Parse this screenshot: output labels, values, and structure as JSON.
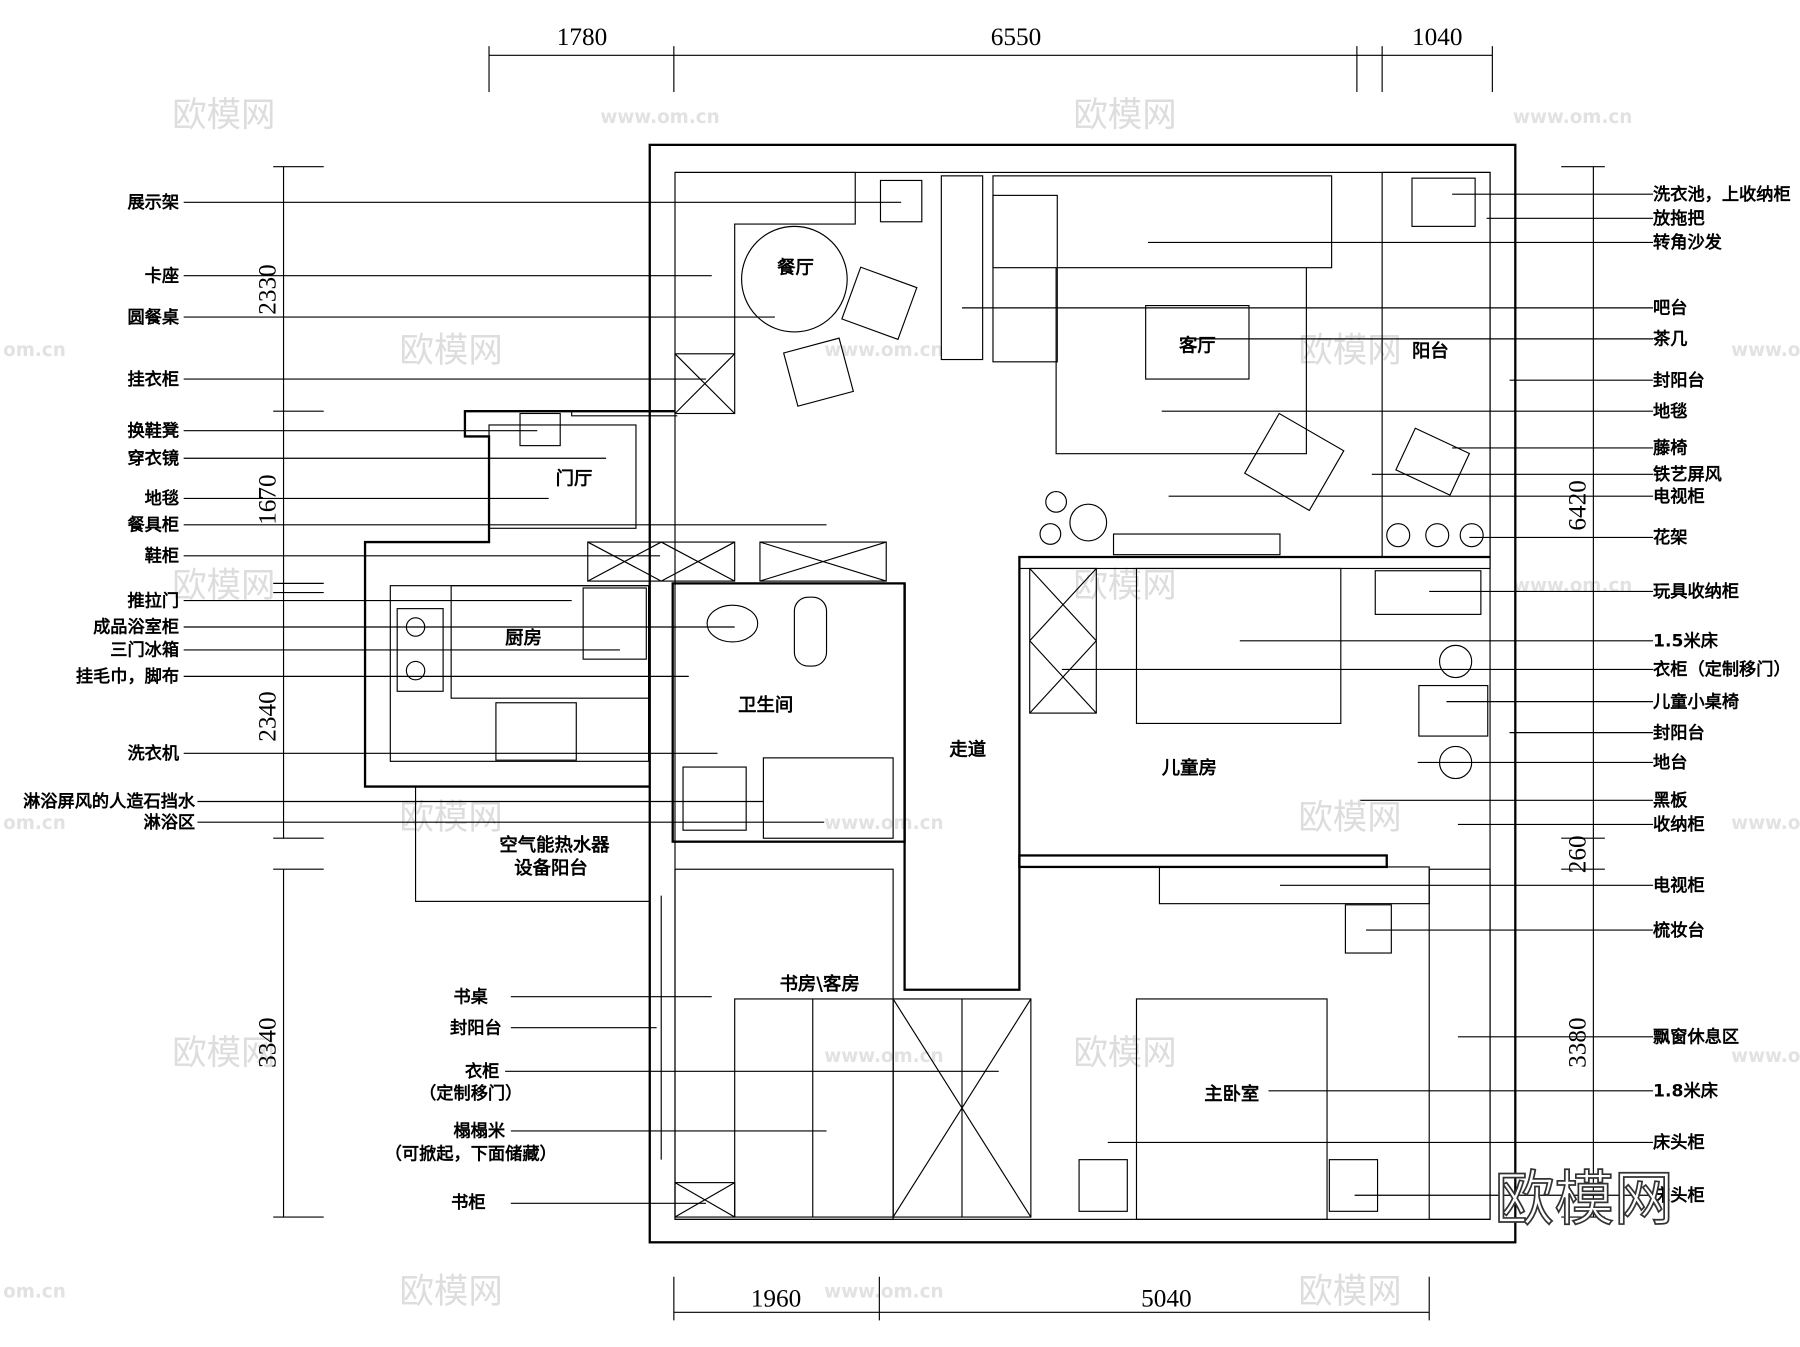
{
  "title_dims": {
    "top": [
      "1780",
      "6550",
      "1040"
    ],
    "bottom": [
      "1960",
      "5040"
    ],
    "left": [
      "2330",
      "1670",
      "2340",
      "3340"
    ],
    "right": [
      "6420",
      "260",
      "3380"
    ]
  },
  "rooms": {
    "dining": "餐厅",
    "living": "客厅",
    "balcony": "阳台",
    "foyer": "门厅",
    "kitchen": "厨房",
    "bathroom": "卫生间",
    "corridor": "走道",
    "kids_room": "儿童房",
    "equip_balcony_1": "空气能热水器",
    "equip_balcony_2": "设备阳台",
    "study": "书房\\客房",
    "master": "主卧室"
  },
  "left_labels": [
    "展示架",
    "卡座",
    "圆餐桌",
    "挂衣柜",
    "换鞋凳",
    "穿衣镜",
    "地毯",
    "餐具柜",
    "鞋柜",
    "推拉门",
    "成品浴室柜",
    "三门冰箱",
    "挂毛巾，脚布",
    "洗衣机",
    "淋浴屏风的人造石挡水",
    "淋浴区"
  ],
  "right_labels": [
    "洗衣池，上收纳柜",
    "放拖把",
    "转角沙发",
    "吧台",
    "茶几",
    "封阳台",
    "地毯",
    "藤椅",
    "铁艺屏风",
    "电视柜",
    "花架",
    "玩具收纳柜",
    "1.5米床",
    "衣柜（定制移门）",
    "儿童小桌椅",
    "封阳台",
    "地台",
    "黑板",
    "收纳柜",
    "电视柜",
    "梳妆台",
    "飘窗休息区",
    "1.8米床",
    "床头柜",
    "床头柜"
  ],
  "study_labels": {
    "desk": "书桌",
    "balcony": "封阳台",
    "wardrobe": "衣柜",
    "wardrobe_note": "（定制移门）",
    "tatami": "榻榻米",
    "tatami_note": "（可掀起，下面储藏）",
    "bookcase": "书柜"
  },
  "watermark": {
    "logo": "欧模网",
    "url": "www.om.cn",
    "short": "om.cn"
  }
}
